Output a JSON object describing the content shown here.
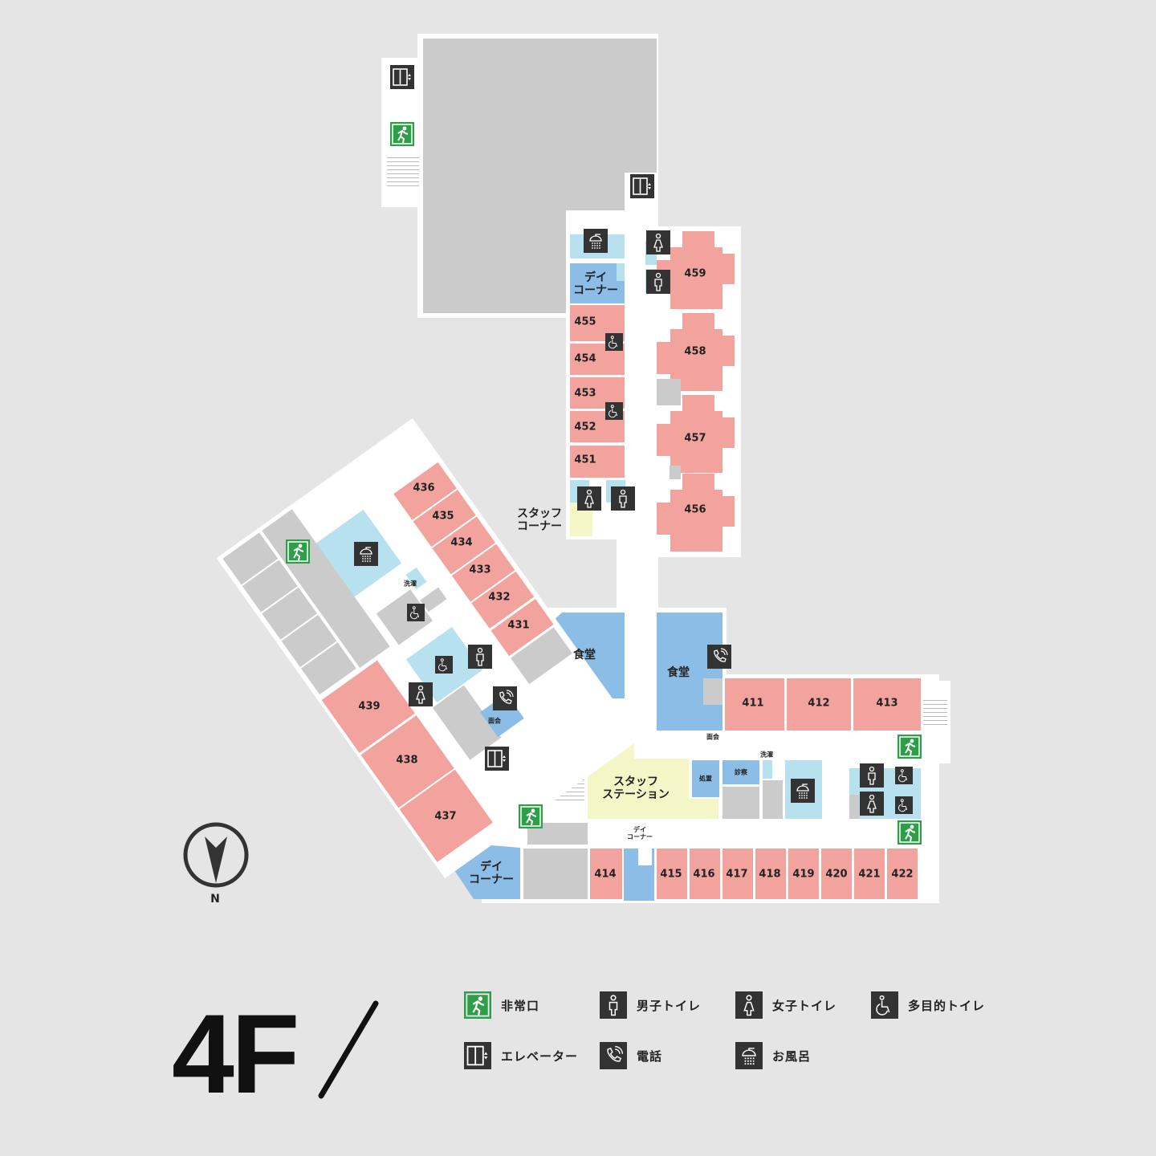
{
  "floor": "4F",
  "compass": {
    "north_label": "N"
  },
  "colors": {
    "room": "#f2a39e",
    "common": "#8cbde6",
    "wet": "#b7e1ee",
    "service": "#cbcbcb",
    "staff": "#f4f6c8",
    "exit": "#2f9e48",
    "icon_bg": "#333333"
  },
  "rooms": {
    "r411": "411",
    "r412": "412",
    "r413": "413",
    "r414": "414",
    "r415": "415",
    "r416": "416",
    "r417": "417",
    "r418": "418",
    "r419": "419",
    "r420": "420",
    "r421": "421",
    "r422": "422",
    "r431": "431",
    "r432": "432",
    "r433": "433",
    "r434": "434",
    "r435": "435",
    "r436": "436",
    "r437": "437",
    "r438": "438",
    "r439": "439",
    "r451": "451",
    "r452": "452",
    "r453": "453",
    "r454": "454",
    "r455": "455",
    "r456": "456",
    "r457": "457",
    "r458": "458",
    "r459": "459"
  },
  "areas": {
    "day_corner_north": "デイ\nコーナー",
    "day_corner_south": "デイ\nコーナー",
    "day_corner_small": "デイ\nコーナー",
    "staff_corner": "スタッフ\nコーナー",
    "staff_station": "スタッフ\nステーション",
    "dining_west": "食堂",
    "dining_east": "食堂",
    "visiting_west": "面会",
    "visiting_east": "面会",
    "laundry_west": "洗濯",
    "laundry_east": "洗濯",
    "treatment": "処置",
    "exam": "診察"
  },
  "legend": [
    {
      "icon": "emergency-exit-icon",
      "label": "非常口"
    },
    {
      "icon": "male-restroom-icon",
      "label": "男子トイレ"
    },
    {
      "icon": "female-restroom-icon",
      "label": "女子トイレ"
    },
    {
      "icon": "accessible-restroom-icon",
      "label": "多目的トイレ"
    },
    {
      "icon": "elevator-icon",
      "label": "エレベーター"
    },
    {
      "icon": "phone-icon",
      "label": "電話"
    },
    {
      "icon": "bath-icon",
      "label": "お風呂"
    }
  ]
}
